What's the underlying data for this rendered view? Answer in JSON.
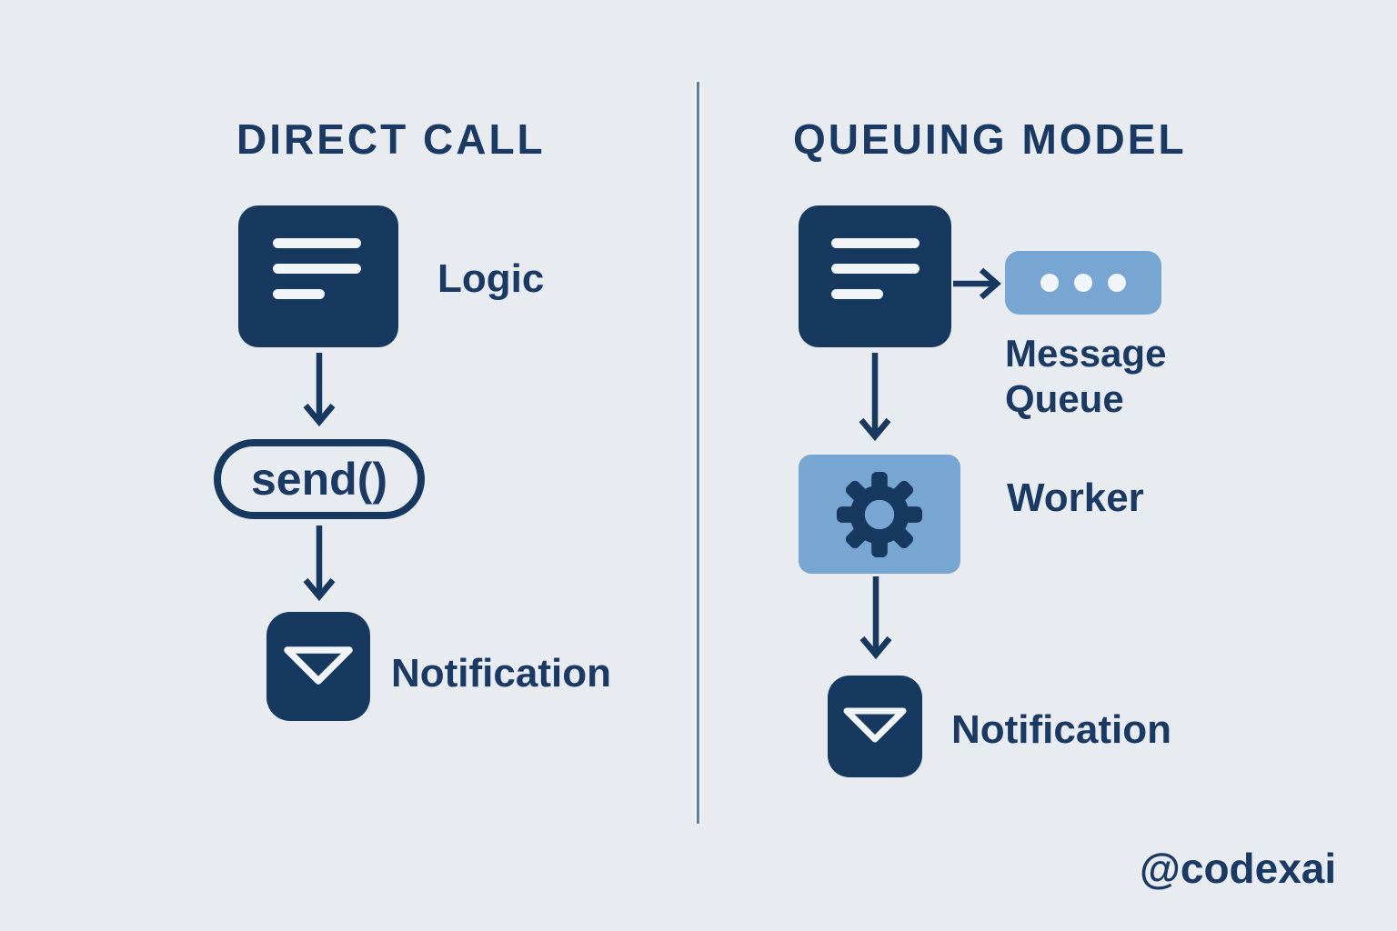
{
  "colors": {
    "bg": "#e9ecf1",
    "navy": "#17395f",
    "text": "#1b3a63",
    "light_blue": "#77a6d2",
    "divider": "#60809a",
    "icon_white": "#f2f5f8"
  },
  "left_panel": {
    "title": "DIRECT CALL",
    "logic_label": "Logic",
    "send_label": "send()",
    "notification_label": "Notification"
  },
  "right_panel": {
    "title": "QUEUING MODEL",
    "message_queue_label": "Message Queue",
    "worker_label": "Worker",
    "notification_label": "Notification"
  },
  "icons": {
    "logic": "text-lines-icon",
    "message_queue": "ellipsis-icon",
    "worker": "gear-icon",
    "notification": "triangle-down-icon",
    "flow": "arrow-down-icon / arrow-right-icon"
  },
  "watermark": "@codexai"
}
